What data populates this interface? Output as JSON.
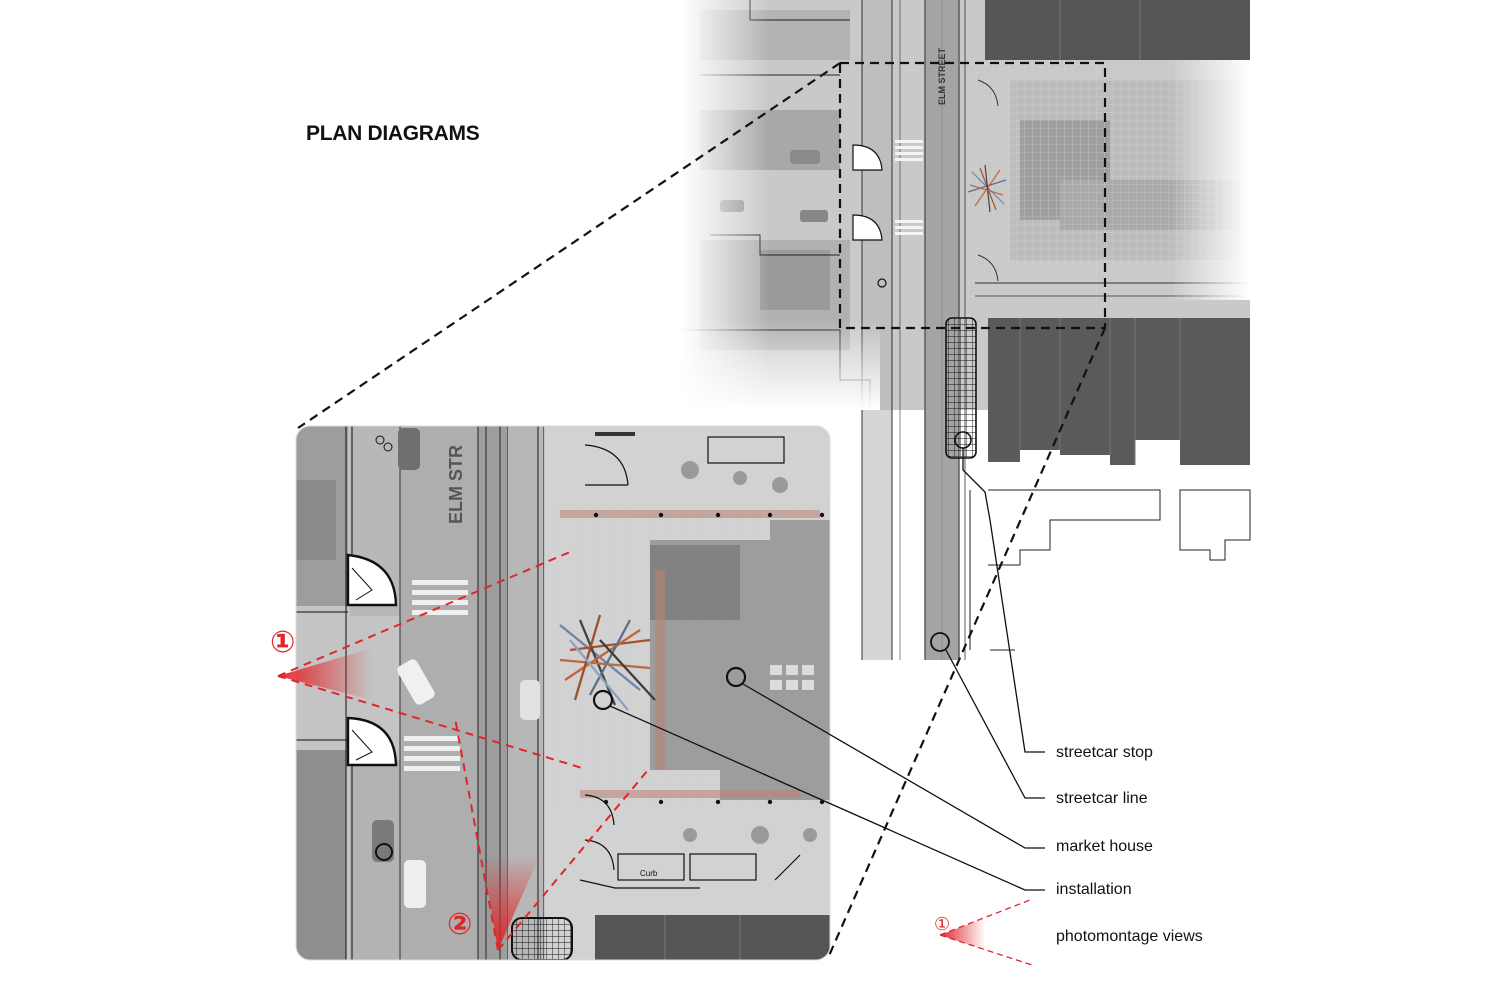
{
  "title": "PLAN DIAGRAMS",
  "street_label_overview": "ELM STREET",
  "street_label_detail": "ELM STR",
  "curb_label": "Curb",
  "view_markers": [
    {
      "id": "view-1",
      "label": "①"
    },
    {
      "id": "view-2",
      "label": "②"
    }
  ],
  "legend": {
    "items": [
      {
        "key": "streetcar-stop",
        "label": "streetcar stop"
      },
      {
        "key": "streetcar-line",
        "label": "streetcar line"
      },
      {
        "key": "market-house",
        "label": "market house"
      },
      {
        "key": "installation",
        "label": "installation"
      }
    ],
    "photomontage": {
      "symbol": "①",
      "label": "photomontage views"
    }
  },
  "colors": {
    "accent_red": "#e0262b",
    "building_dark": "#555555",
    "street_gray": "#a9a9a9",
    "aerial_gray": "#bdbdbd",
    "line": "#111111"
  },
  "icons": [
    "tree-icon",
    "bench-icon",
    "door-icon",
    "car-icon"
  ]
}
